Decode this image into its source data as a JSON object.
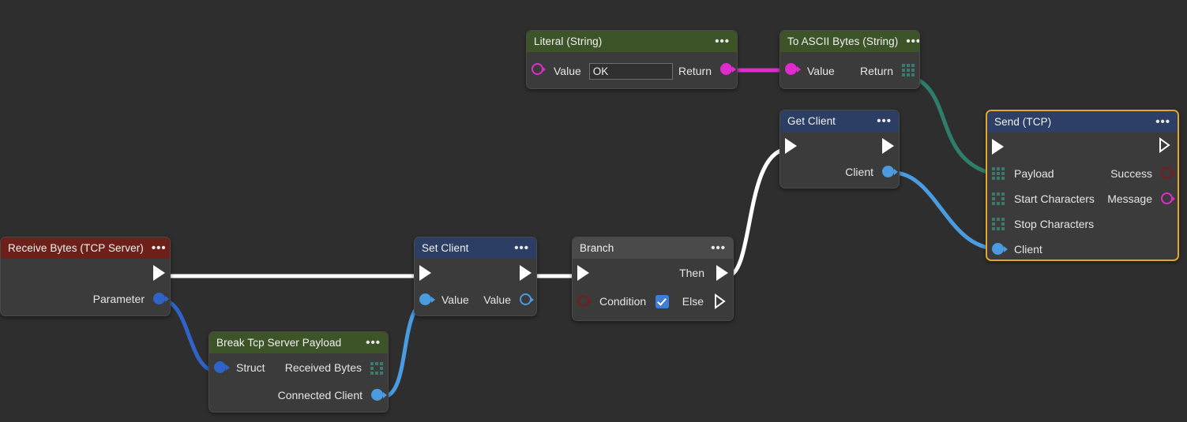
{
  "canvas": {
    "background": "#2e2e2e",
    "title": "node-graph-editor"
  },
  "colors": {
    "exec_white": "#ffffff",
    "wire_teal": "#2f7d6b",
    "wire_blue_light": "#4a9bdf",
    "wire_blue_dark": "#2f63c8",
    "wire_magenta": "#e02ccc",
    "header_green": "#3c5427",
    "header_blue": "#2c3e63",
    "header_red": "#6d1f19",
    "header_gray": "#4a4a4a",
    "selection_orange": "#e3a62b",
    "port_magenta": "#e02ccc",
    "port_red": "#7d1a1a",
    "port_blue": "#4a9bdf",
    "port_blue_dark": "#2f63c8",
    "port_array_teal": "#3b7a6e"
  },
  "nodes": [
    {
      "id": "literal-string",
      "title": "Literal (String)",
      "menu": "•••",
      "input_label": "Value",
      "input_value": "OK",
      "output_label": "Return"
    },
    {
      "id": "to-ascii-bytes",
      "title": "To ASCII Bytes (String)",
      "menu": "•••",
      "input_label": "Value",
      "output_label": "Return"
    },
    {
      "id": "get-client",
      "title": "Get Client",
      "menu": "•••",
      "output_label": "Client"
    },
    {
      "id": "send-tcp",
      "title": "Send (TCP)",
      "menu": "•••",
      "selected": true,
      "inputs": [
        "Payload",
        "Start Characters",
        "Stop Characters",
        "Client"
      ],
      "outputs": [
        "Success",
        "Message"
      ]
    },
    {
      "id": "receive-bytes-tcp-server",
      "title": "Receive Bytes (TCP Server)",
      "menu": "•••",
      "output_label": "Parameter"
    },
    {
      "id": "break-tcp-server-payload",
      "title": "Break Tcp Server Payload",
      "menu": "•••",
      "input_label": "Struct",
      "outputs": [
        "Received Bytes",
        "Connected Client"
      ]
    },
    {
      "id": "set-client",
      "title": "Set Client",
      "menu": "•••",
      "input_label": "Value",
      "output_label": "Value"
    },
    {
      "id": "branch",
      "title": "Branch",
      "menu": "•••",
      "input_label": "Condition",
      "condition_checked": true,
      "then_label": "Then",
      "else_label": "Else"
    }
  ]
}
